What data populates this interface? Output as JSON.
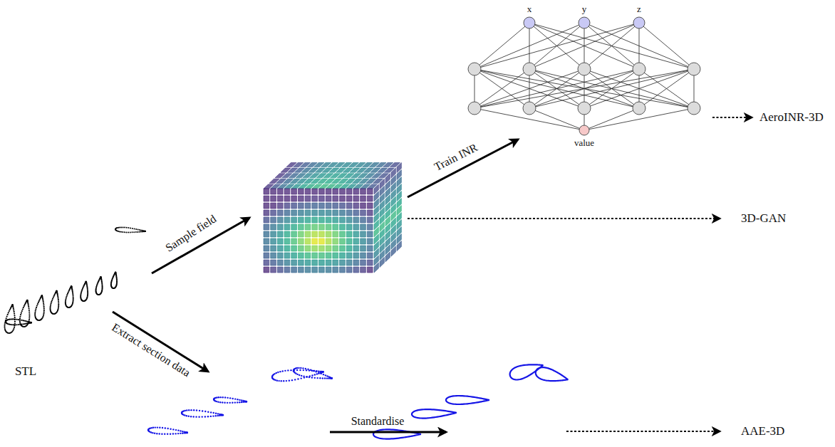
{
  "diagram": {
    "nodes": [
      {
        "text": [
          "STL"
        ]
      },
      {
        "text": [
          "x"
        ]
      },
      {
        "text": [
          "y"
        ]
      },
      {
        "text": [
          "z"
        ]
      },
      {
        "text": [
          "value"
        ]
      },
      {
        "text": [
          "AeroINR-3D"
        ]
      },
      {
        "text": [
          "3D-GAN"
        ]
      },
      {
        "text": [
          "AAE-3D"
        ]
      }
    ],
    "labels": [
      "Sample field",
      "Train INR",
      "Extract section data",
      "Standardise"
    ]
  }
}
